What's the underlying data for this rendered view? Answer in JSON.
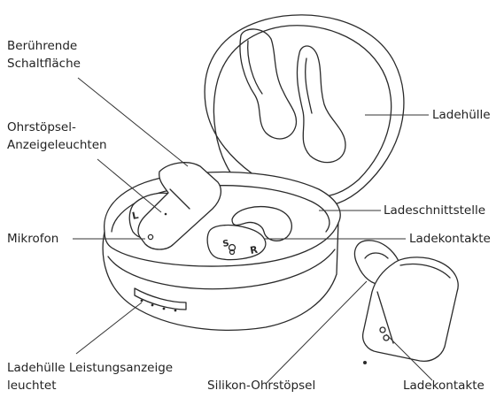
{
  "labels": {
    "touch_button_l1": "Berührende",
    "touch_button_l2": "Schaltfläche",
    "earbud_indicator_l1": "Ohrstöpsel-",
    "earbud_indicator_l2": "Anzeigeleuchten",
    "microphone": "Mikrofon",
    "case_power_l1": "Ladehülle Leistungsanzeige",
    "case_power_l2": "leuchtet",
    "silicone_tips": "Silikon-Ohrstöpsel",
    "charging_contacts_earbud": "Ladekontakte",
    "charging_contacts_case": "Ladekontakte",
    "charging_port": "Ladeschnittstelle",
    "charging_case": "Ladehülle"
  },
  "markings": {
    "left": "L",
    "right": "R"
  }
}
